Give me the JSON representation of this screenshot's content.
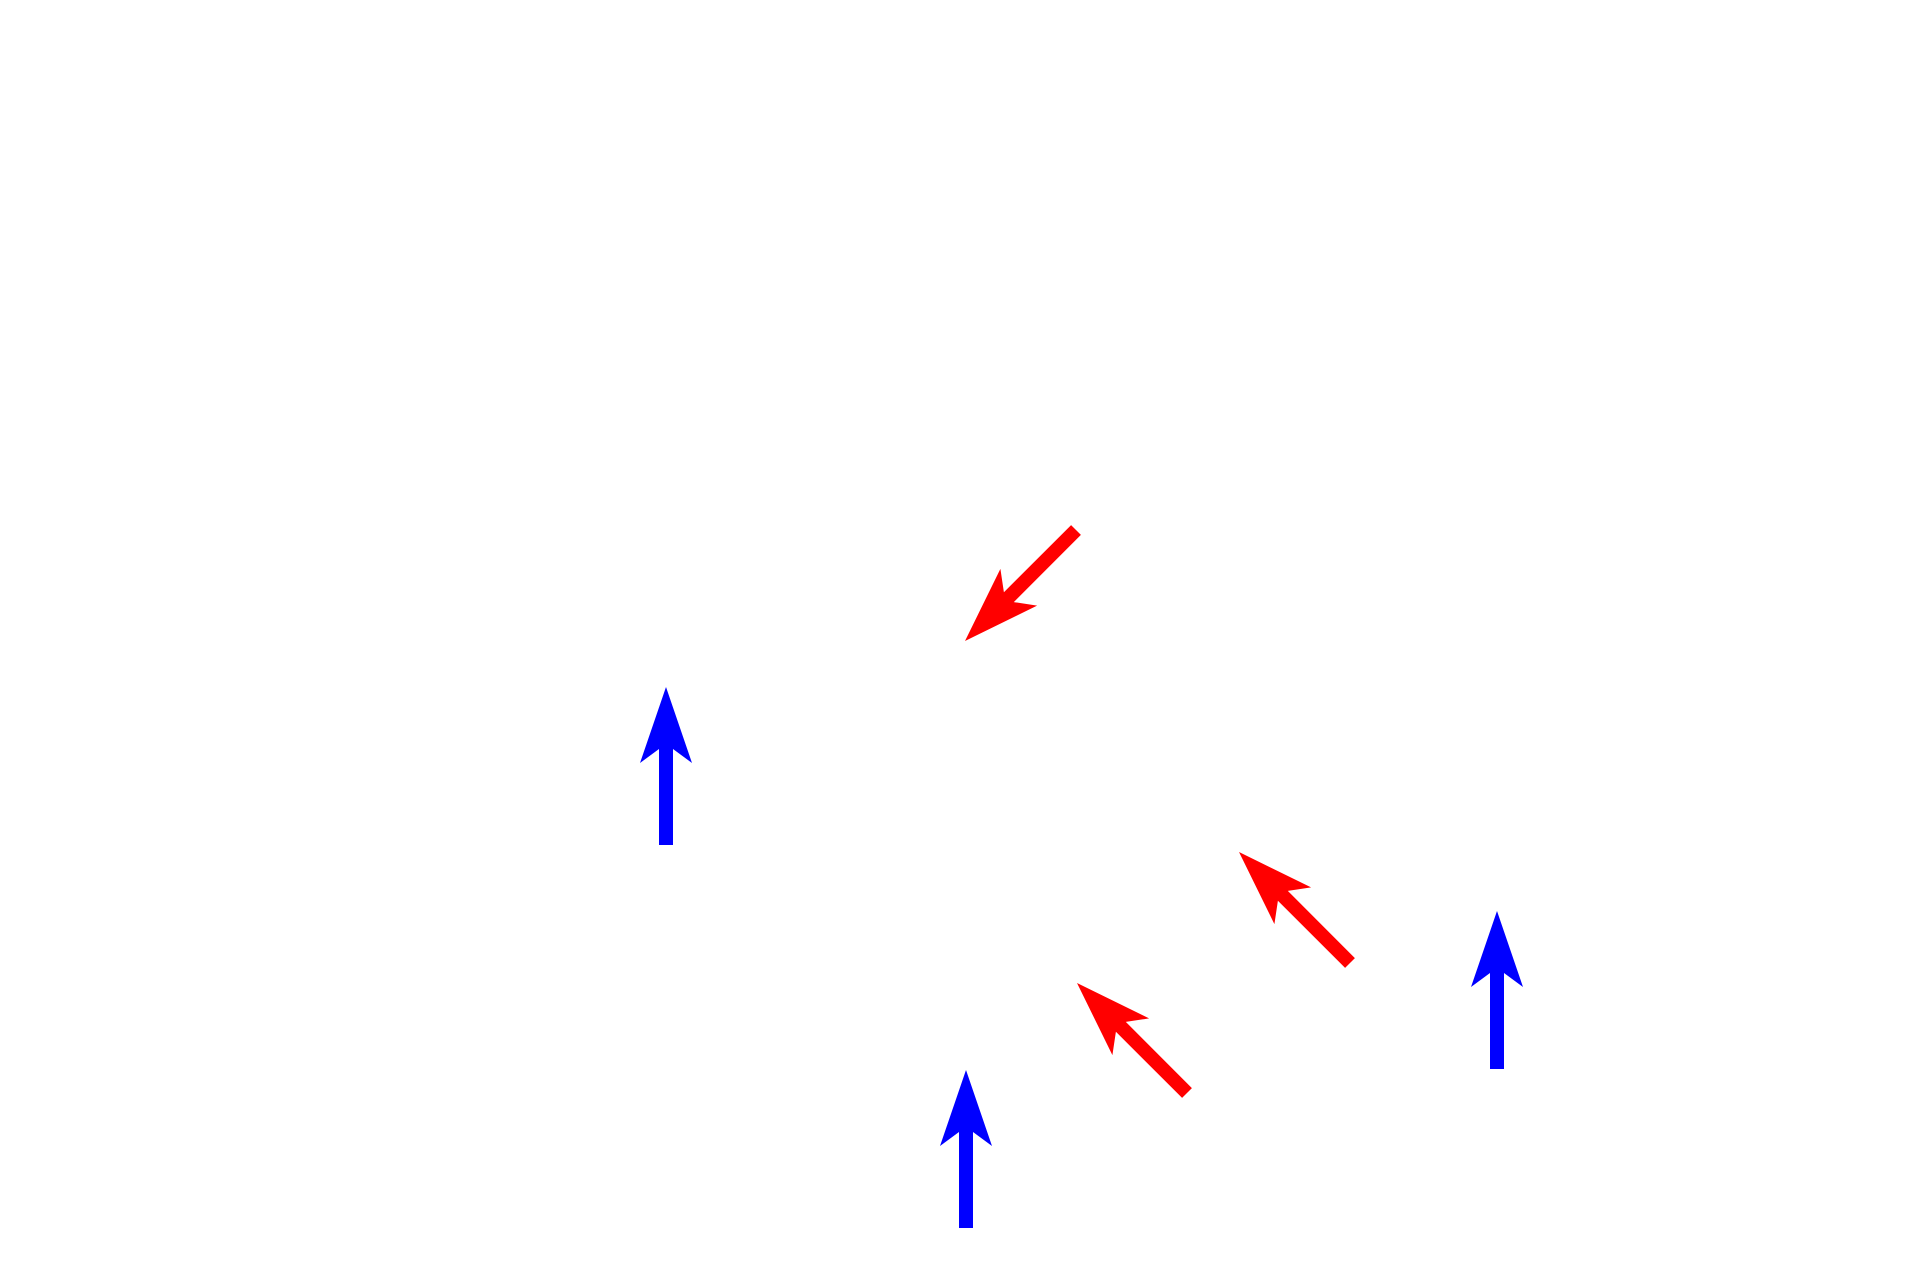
{
  "colors": {
    "background": "#ffffff",
    "red": "#ff0000",
    "blue": "#0000ff"
  },
  "arrows": [
    {
      "id": "red-arrow-1",
      "color": "red",
      "direction": "down-left"
    },
    {
      "id": "red-arrow-2",
      "color": "red",
      "direction": "up-left"
    },
    {
      "id": "red-arrow-3",
      "color": "red",
      "direction": "up-left"
    },
    {
      "id": "blue-arrow-1",
      "color": "blue",
      "direction": "up"
    },
    {
      "id": "blue-arrow-2",
      "color": "blue",
      "direction": "up"
    },
    {
      "id": "blue-arrow-3",
      "color": "blue",
      "direction": "up"
    }
  ]
}
